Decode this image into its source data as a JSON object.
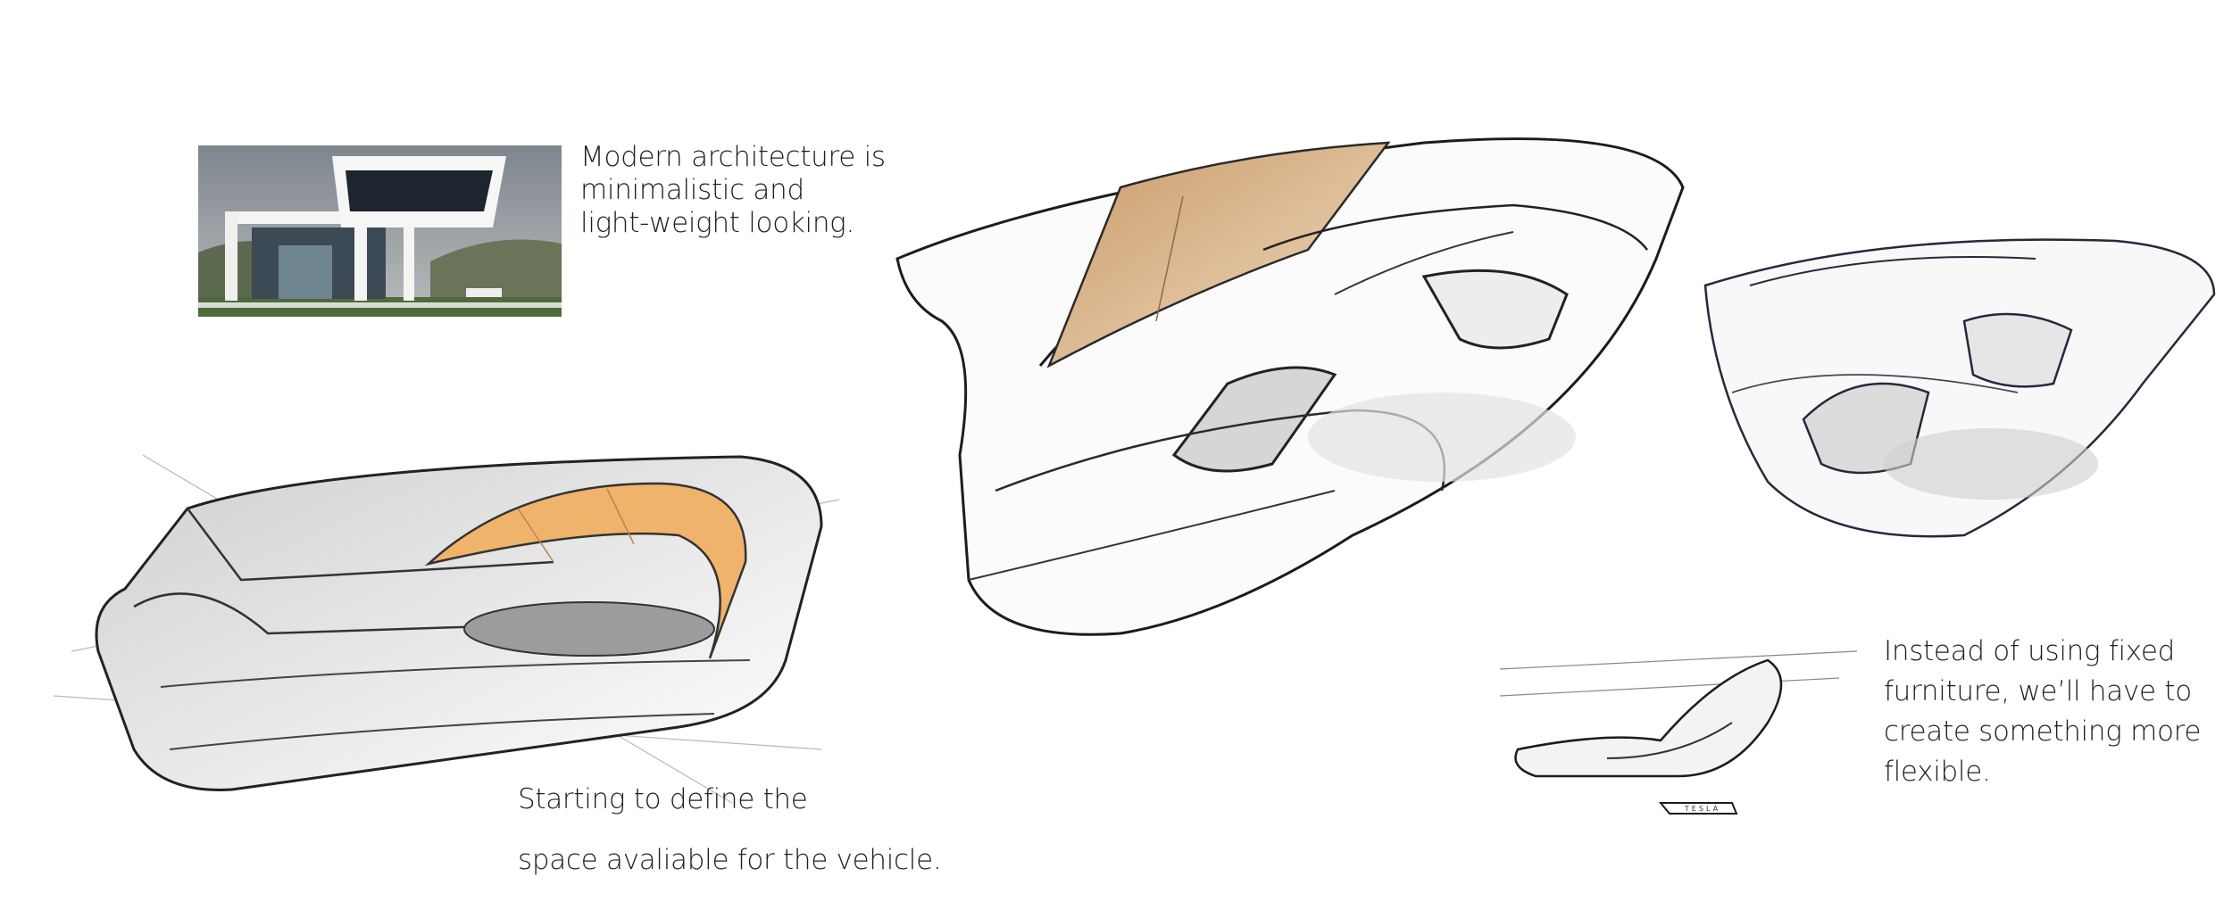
{
  "captions": {
    "architecture": {
      "lines": [
        "Modern architecture is",
        "minimalistic and",
        "light-weight looking."
      ]
    },
    "space": {
      "lines": [
        "Starting to define the",
        "space avaliable for the vehicle."
      ]
    },
    "furniture": {
      "lines": [
        "Instead of using fixed",
        "furniture, we’ll have to",
        "create something more",
        "flexible."
      ]
    }
  },
  "badge": {
    "text": "TESLA"
  },
  "colors": {
    "accent_orange": "#efb36b",
    "accent_tan": "#d9b690",
    "sky": "#8f979d",
    "ink": "#1f1f1f"
  }
}
